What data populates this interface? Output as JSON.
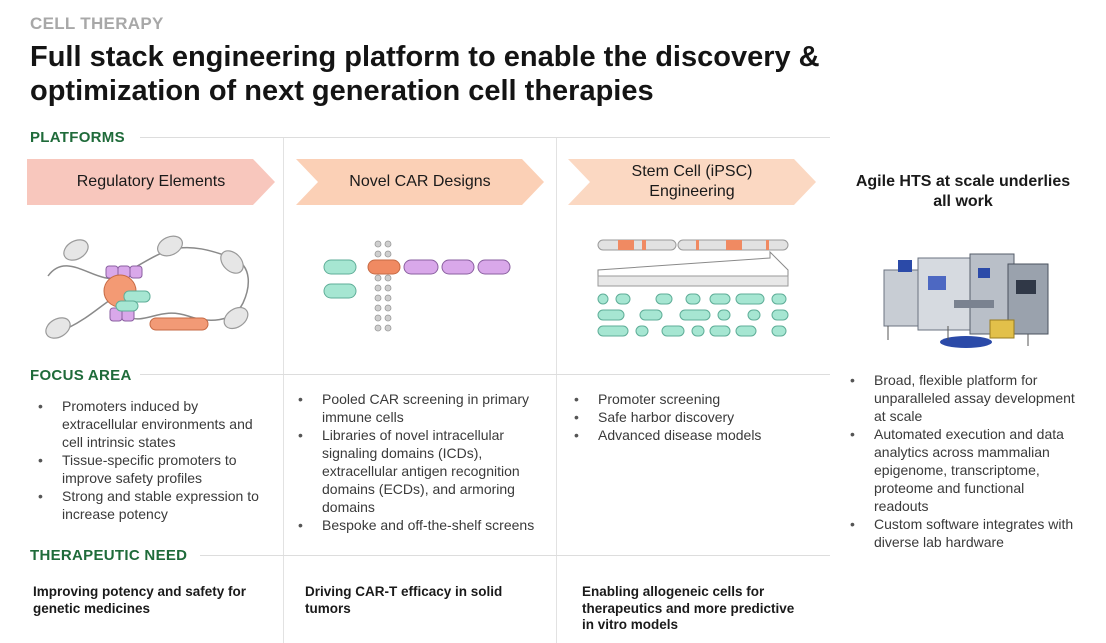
{
  "header": {
    "eyebrow": "CELL THERAPY",
    "title": "Full stack engineering platform to enable the discovery & optimization of next generation cell therapies"
  },
  "sections": {
    "platforms": "PLATFORMS",
    "focus_area": "FOCUS AREA",
    "therapeutic_need": "THERAPEUTIC NEED"
  },
  "platforms": [
    {
      "label": "Regulatory Elements",
      "color": "#f8c7bd"
    },
    {
      "label": "Novel CAR Designs",
      "color": "#fbd0b6"
    },
    {
      "label": "Stem Cell (iPSC) Engineering",
      "color": "#fbd8c2"
    }
  ],
  "hts": {
    "title": "Agile HTS at scale underlies all work",
    "bullets": [
      "Broad, flexible platform for unparalleled assay development at scale",
      "Automated execution and data analytics across mammalian epigenome, transcriptome, proteome and functional readouts",
      "Custom software integrates with diverse lab hardware"
    ]
  },
  "focus_area": [
    [
      "Promoters induced by extracellular environments and cell intrinsic states",
      "Tissue-specific promoters to improve safety profiles",
      "Strong and stable expression to increase potency"
    ],
    [
      "Pooled CAR screening in primary immune cells",
      "Libraries of novel intracellular signaling domains (ICDs), extracellular antigen recognition domains (ECDs), and armoring domains",
      "Bespoke and off-the-shelf screens"
    ],
    [
      "Promoter screening",
      "Safe harbor discovery",
      "Advanced disease models"
    ]
  ],
  "therapeutic_need": [
    "Improving potency and safety for genetic medicines",
    "Driving CAR-T efficacy in solid tumors",
    "Enabling allogeneic cells for therapeutics and more predictive in vitro models"
  ],
  "colors": {
    "section_green": "#1f6b3a",
    "teal_domain": "#8fd9c3",
    "orange_domain": "#f08a62",
    "purple_domain": "#d7a6e6"
  },
  "icons": [
    "dna-loop-illustration",
    "car-membrane-illustration",
    "chromosome-illustration",
    "lab-robot-illustration"
  ]
}
